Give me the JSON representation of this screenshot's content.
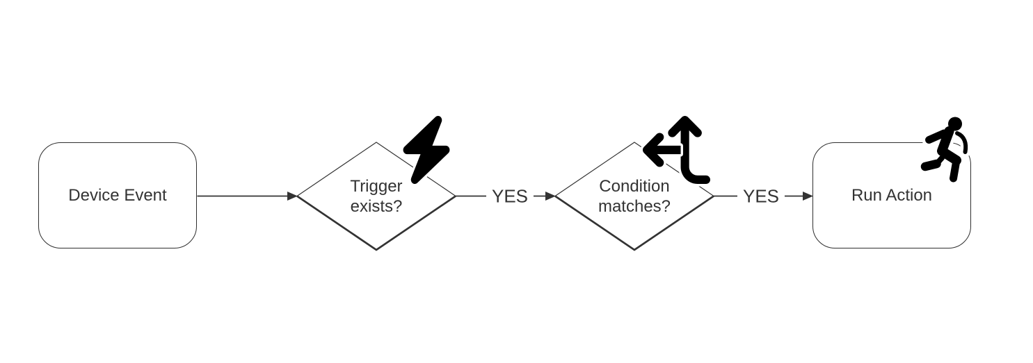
{
  "diagram": {
    "type": "flowchart",
    "direction": "left-to-right",
    "colors": {
      "background": "#ffffff",
      "line": "#333333",
      "node_border": "#2e2e2e",
      "node_fill": "#ffffff",
      "text": "#333333",
      "icon": "#000000"
    },
    "nodes": [
      {
        "id": "device-event",
        "shape": "rounded-rectangle",
        "label": "Device Event",
        "icon": null
      },
      {
        "id": "trigger-exists",
        "shape": "diamond",
        "label_lines": [
          "Trigger",
          "exists?"
        ],
        "icon": "lightning-bolt-icon"
      },
      {
        "id": "condition-matches",
        "shape": "diamond",
        "label_lines": [
          "Condition",
          "matches?"
        ],
        "icon": "arrows-split-up-left-icon"
      },
      {
        "id": "run-action",
        "shape": "rounded-rectangle",
        "label": "Run Action",
        "icon": "person-running-icon"
      }
    ],
    "edges": [
      {
        "from": "device-event",
        "to": "trigger-exists",
        "label": ""
      },
      {
        "from": "trigger-exists",
        "to": "condition-matches",
        "label": "YES"
      },
      {
        "from": "condition-matches",
        "to": "run-action",
        "label": "YES"
      }
    ]
  }
}
